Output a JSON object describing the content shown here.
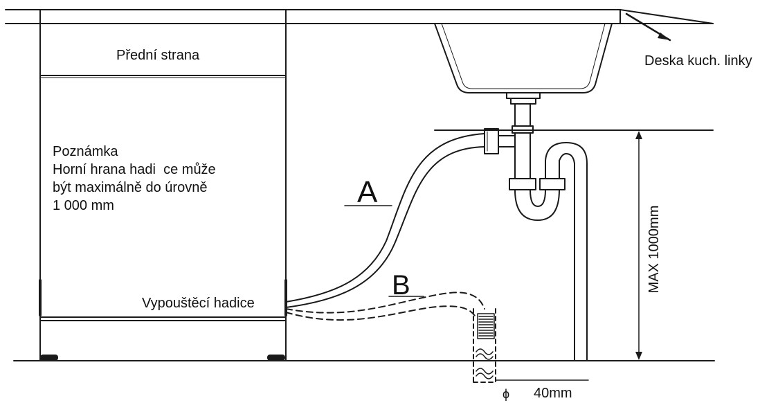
{
  "labels": {
    "front_side": "Přední strana",
    "countertop": "Deska kuch. linky",
    "note_title": "Poznámka",
    "note_line1": "Horní hrana hadi  ce může",
    "note_line2": "být maximálně do úrovně",
    "note_line3": "1 000 mm",
    "hose_a": "A",
    "hose_b": "B",
    "drain_hose": "Vypouštěcí hadice",
    "max_height": "MAX 1000mm",
    "diameter_symbol": "ϕ",
    "diameter_value": "40mm"
  },
  "colors": {
    "line": "#1a1a1a",
    "background": "#ffffff"
  }
}
